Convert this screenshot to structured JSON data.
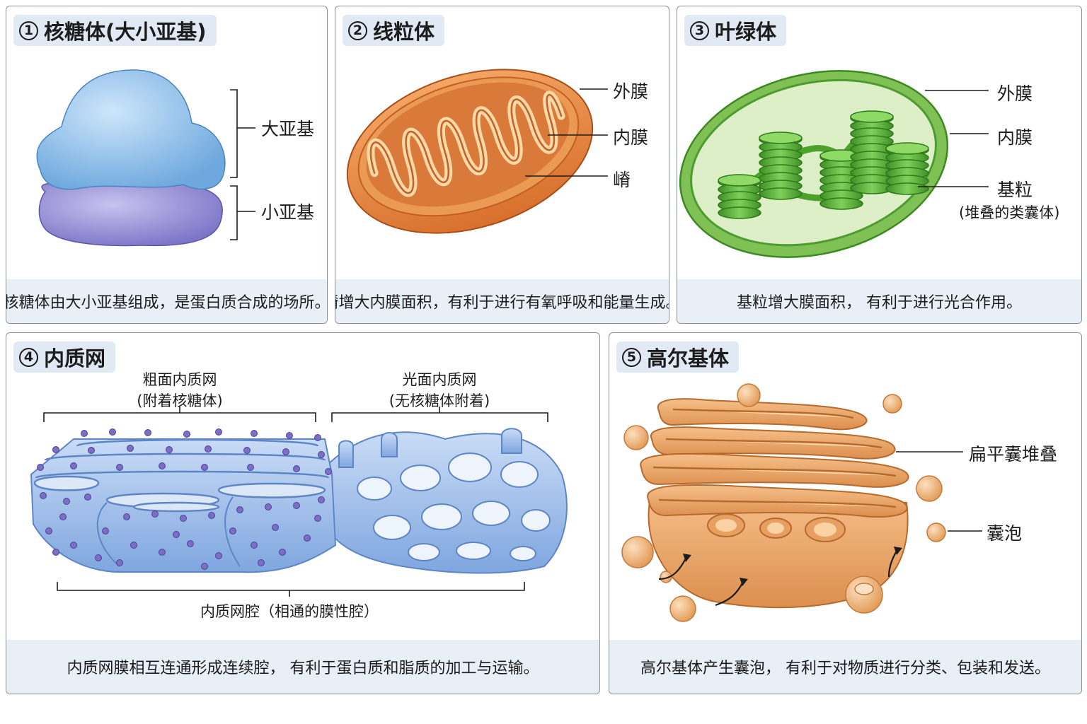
{
  "panels": {
    "ribosome": {
      "num": "1",
      "title": "核糖体(大小亚基)",
      "labels": {
        "large": "大亚基",
        "small": "小亚基"
      },
      "caption": "核糖体由大小亚基组成，是蛋白质合成的场所。"
    },
    "mitochondria": {
      "num": "2",
      "title": "线粒体",
      "labels": {
        "outer": "外膜",
        "inner": "内膜",
        "cristae": "嵴"
      },
      "caption": "嵴增大内膜面积，有利于进行有氧呼吸和能量生成。"
    },
    "chloroplast": {
      "num": "3",
      "title": "叶绿体",
      "labels": {
        "outer": "外膜",
        "inner": "内膜",
        "granum": "基粒",
        "granum_note": "(堆叠的类囊体)"
      },
      "caption": "基粒增大膜面积， 有利于进行光合作用。"
    },
    "er": {
      "num": "4",
      "title": "内质网",
      "labels": {
        "rough": "粗面内质网",
        "rough_note": "(附着核糖体)",
        "smooth": "光面内质网",
        "smooth_note": "(无核糖体附着)",
        "lumen": "内质网腔（相通的膜性腔）"
      },
      "caption": "内质网膜相互连通形成连续腔， 有利于蛋白质和脂质的加工与运输。"
    },
    "golgi": {
      "num": "5",
      "title": "高尔基体",
      "labels": {
        "cisternae": "扁平囊堆叠",
        "vesicle": "囊泡"
      },
      "caption": "高尔基体产生囊泡， 有利于对物质进行分类、包装和发送。"
    }
  },
  "colors": {
    "panel_border": "#8a8f96",
    "title_bg": "#e1e9f4",
    "caption_bg": "#e9eff7",
    "ribosome_large": "#8fc2ee",
    "ribosome_small": "#9d97d8",
    "mitochondria": "#e8843e",
    "chloroplast": "#5fae3c",
    "er": "#8fb3e6",
    "golgi": "#eaa96a"
  }
}
